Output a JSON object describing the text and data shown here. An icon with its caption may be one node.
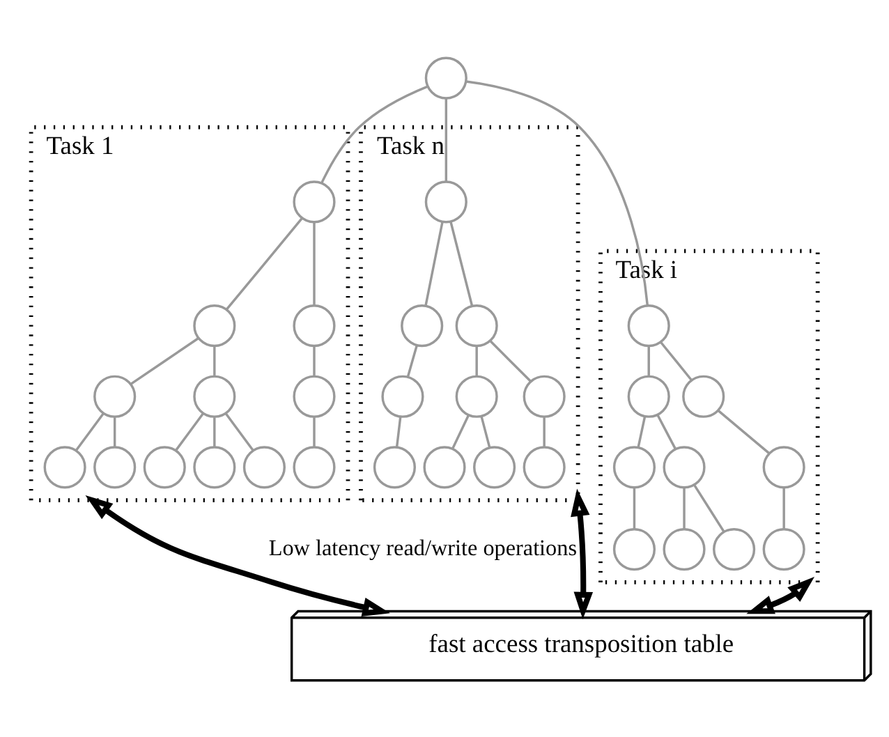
{
  "diagram": {
    "nodes": [
      {
        "text": [],
        "shape": "circle"
      },
      {
        "text": [
          "Task 1"
        ]
      },
      {
        "text": [],
        "shape": "circle",
        "in": 1
      },
      {
        "text": [],
        "shape": "circle",
        "in": 1
      },
      {
        "text": [],
        "shape": "circle",
        "in": 1
      },
      {
        "text": [],
        "shape": "circle",
        "in": 1
      },
      {
        "text": [],
        "shape": "circle",
        "in": 1
      },
      {
        "text": [],
        "shape": "circle",
        "in": 1
      },
      {
        "text": [],
        "shape": "circle",
        "in": 1
      },
      {
        "text": [],
        "shape": "circle",
        "in": 1
      },
      {
        "text": [],
        "shape": "circle",
        "in": 1
      },
      {
        "text": [],
        "shape": "circle",
        "in": 1
      },
      {
        "text": [],
        "shape": "circle",
        "in": 1
      },
      {
        "text": [],
        "shape": "circle",
        "in": 1
      },
      {
        "text": [
          "Task i"
        ]
      },
      {
        "text": [],
        "shape": "circle",
        "in": 14
      },
      {
        "text": [],
        "shape": "circle",
        "in": 14
      },
      {
        "text": [],
        "shape": "circle",
        "in": 14
      },
      {
        "text": [],
        "shape": "circle",
        "in": 14
      },
      {
        "text": [],
        "shape": "circle",
        "in": 14
      },
      {
        "text": [],
        "shape": "circle",
        "in": 14
      },
      {
        "text": [],
        "shape": "circle",
        "in": 14
      },
      {
        "text": [],
        "shape": "circle",
        "in": 14
      },
      {
        "text": [],
        "shape": "circle",
        "in": 14
      },
      {
        "text": [],
        "shape": "circle",
        "in": 14
      },
      {
        "text": [
          "Task n"
        ]
      },
      {
        "text": [],
        "shape": "circle",
        "in": 25
      },
      {
        "text": [],
        "shape": "circle",
        "in": 25
      },
      {
        "text": [],
        "shape": "circle",
        "in": 25
      },
      {
        "text": [],
        "shape": "circle",
        "in": 25
      },
      {
        "text": [],
        "shape": "circle",
        "in": 25
      },
      {
        "text": [],
        "shape": "circle",
        "in": 25
      },
      {
        "text": [],
        "shape": "circle",
        "in": 25
      },
      {
        "text": [],
        "shape": "circle",
        "in": 25
      },
      {
        "text": [],
        "shape": "circle",
        "in": 25
      },
      {
        "text": [],
        "shape": "circle",
        "in": 25
      },
      {
        "text": [
          "fast access transposition table"
        ]
      }
    ],
    "edges": [
      {
        "from": 0,
        "to": 2,
        "arrow": "none"
      },
      {
        "from": 0,
        "to": 15,
        "arrow": "none"
      },
      {
        "from": 0,
        "to": 26,
        "arrow": "none"
      },
      {
        "from": 2,
        "to": 3,
        "arrow": "none"
      },
      {
        "from": 2,
        "to": 4,
        "arrow": "none"
      },
      {
        "from": 3,
        "to": 5,
        "arrow": "none"
      },
      {
        "from": 3,
        "to": 6,
        "arrow": "none"
      },
      {
        "from": 4,
        "to": 7,
        "arrow": "none"
      },
      {
        "from": 5,
        "to": 8,
        "arrow": "none"
      },
      {
        "from": 5,
        "to": 9,
        "arrow": "none"
      },
      {
        "from": 6,
        "to": 10,
        "arrow": "none"
      },
      {
        "from": 6,
        "to": 11,
        "arrow": "none"
      },
      {
        "from": 6,
        "to": 12,
        "arrow": "none"
      },
      {
        "from": 7,
        "to": 13,
        "arrow": "none"
      },
      {
        "from": 15,
        "to": 16,
        "arrow": "none"
      },
      {
        "from": 15,
        "to": 17,
        "arrow": "none"
      },
      {
        "from": 16,
        "to": 18,
        "arrow": "none"
      },
      {
        "from": 16,
        "to": 19,
        "arrow": "none"
      },
      {
        "from": 17,
        "to": 20,
        "arrow": "none"
      },
      {
        "from": 18,
        "to": 21,
        "arrow": "none"
      },
      {
        "from": 19,
        "to": 22,
        "arrow": "none"
      },
      {
        "from": 19,
        "to": 23,
        "arrow": "none"
      },
      {
        "from": 20,
        "to": 24,
        "arrow": "none"
      },
      {
        "from": 26,
        "to": 27,
        "arrow": "none"
      },
      {
        "from": 26,
        "to": 28,
        "arrow": "none"
      },
      {
        "from": 27,
        "to": 29,
        "arrow": "none"
      },
      {
        "from": 28,
        "to": 30,
        "arrow": "none"
      },
      {
        "from": 28,
        "to": 31,
        "arrow": "none"
      },
      {
        "from": 29,
        "to": 32,
        "arrow": "none"
      },
      {
        "from": 30,
        "to": 33,
        "arrow": "none"
      },
      {
        "from": 30,
        "to": 34,
        "arrow": "none"
      },
      {
        "from": 31,
        "to": 35,
        "arrow": "none"
      },
      {
        "from": 1,
        "to": 36,
        "arrow": "both",
        "style": "thick",
        "color": "#000000",
        "label": "Low latency read/write operations"
      },
      {
        "from": 14,
        "to": 36,
        "arrow": "both",
        "style": "thick",
        "color": "#000000"
      },
      {
        "from": 25,
        "to": 36,
        "arrow": "both",
        "style": "thick",
        "color": "#000000"
      }
    ]
  }
}
